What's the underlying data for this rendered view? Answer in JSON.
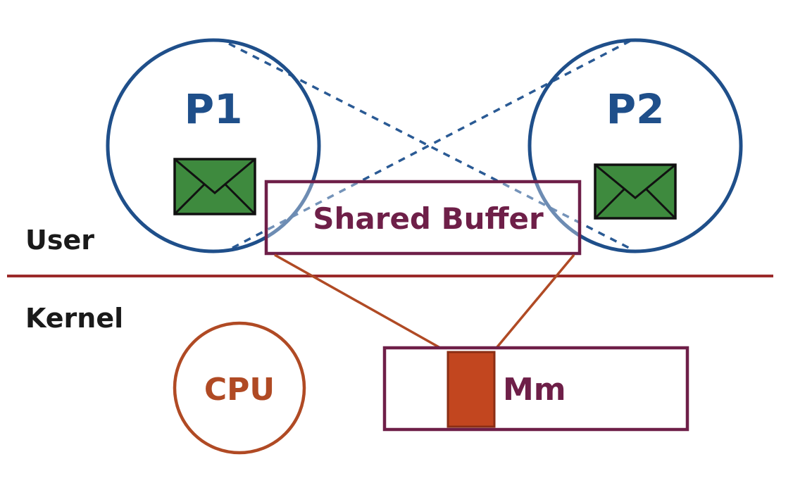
{
  "colors": {
    "process_blue": "#1f4f8a",
    "buffer_maroon": "#6e1f48",
    "divider_red": "#9b2a2a",
    "copper": "#b04a24",
    "memory_block": "#c2461f",
    "envelope_green": "#3e8a3e",
    "text_dark": "#1a1a1a"
  },
  "processes": [
    {
      "label": "P1",
      "icon": "envelope-icon"
    },
    {
      "label": "P2",
      "icon": "envelope-icon"
    }
  ],
  "shared_buffer": {
    "label": "Shared Buffer"
  },
  "regions": {
    "user_label": "User",
    "kernel_label": "Kernel"
  },
  "cpu": {
    "label": "CPU"
  },
  "memory": {
    "label": "Mm"
  }
}
